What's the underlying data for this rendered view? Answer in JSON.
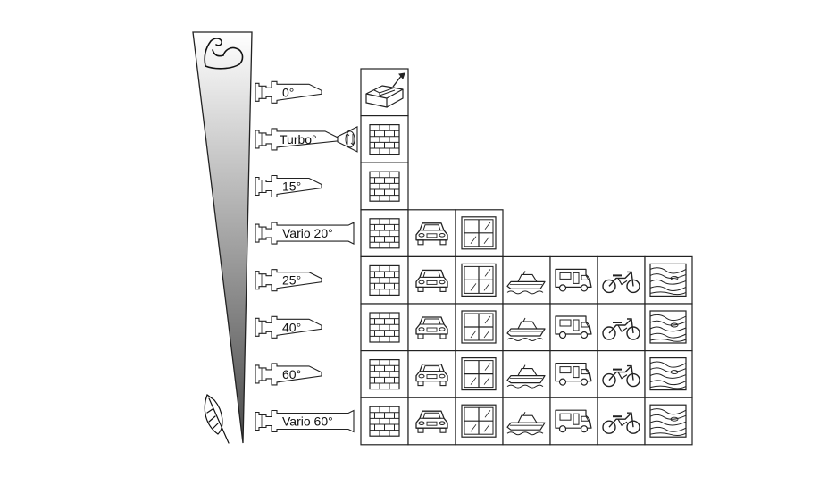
{
  "pressure_scale": {
    "top_icon": "flexed-arm-icon",
    "bottom_icon": "feather-icon",
    "gradient_colors": [
      "#ffffff",
      "#4a4a4a"
    ]
  },
  "nozzles": [
    {
      "label": "0°",
      "row": 0,
      "surfaces": [
        "concrete-joint-icon"
      ]
    },
    {
      "label": "Turbo°",
      "row": 1,
      "surfaces": [
        "brick-wall-icon"
      ]
    },
    {
      "label": "15°",
      "row": 2,
      "surfaces": [
        "brick-wall-icon"
      ]
    },
    {
      "label": "Vario 20°",
      "row": 3,
      "surfaces": [
        "brick-wall-icon",
        "car-icon",
        "window-icon"
      ]
    },
    {
      "label": "25°",
      "row": 4,
      "surfaces": [
        "brick-wall-icon",
        "car-icon",
        "window-icon",
        "boat-icon",
        "camper-van-icon",
        "motorcycle-icon",
        "wood-grain-icon"
      ]
    },
    {
      "label": "40°",
      "row": 5,
      "surfaces": [
        "brick-wall-icon",
        "car-icon",
        "window-icon",
        "boat-icon",
        "camper-van-icon",
        "motorcycle-icon",
        "wood-grain-icon"
      ]
    },
    {
      "label": "60°",
      "row": 6,
      "surfaces": [
        "brick-wall-icon",
        "car-icon",
        "window-icon",
        "boat-icon",
        "camper-van-icon",
        "motorcycle-icon",
        "wood-grain-icon"
      ]
    },
    {
      "label": "Vario 60°",
      "row": 7,
      "surfaces": [
        "brick-wall-icon",
        "car-icon",
        "window-icon",
        "boat-icon",
        "camper-van-icon",
        "motorcycle-icon",
        "wood-grain-icon"
      ]
    }
  ],
  "colors": {
    "stroke": "#222222",
    "background": "#ffffff"
  }
}
